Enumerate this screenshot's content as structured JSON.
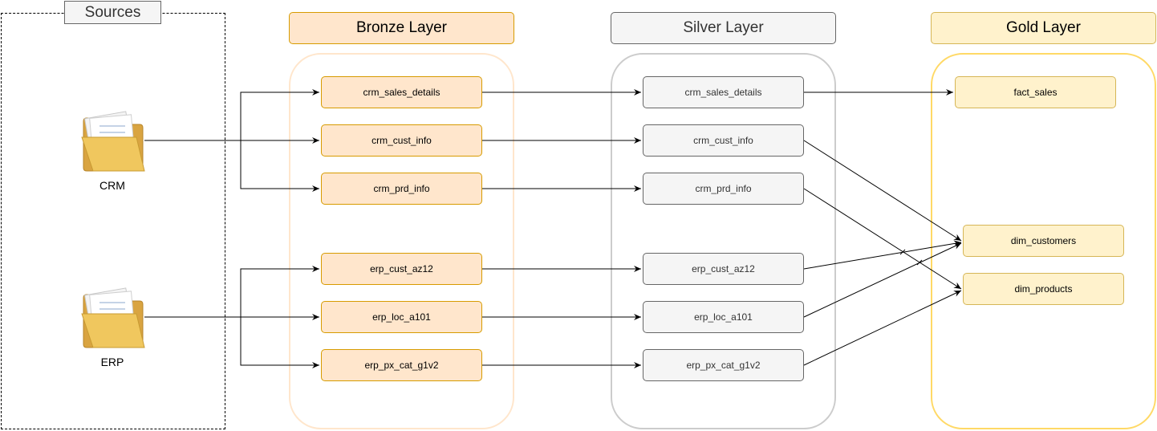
{
  "sources": {
    "title": "Sources",
    "systems": [
      {
        "label": "CRM",
        "icon": "folder-icon"
      },
      {
        "label": "ERP",
        "icon": "folder-icon"
      }
    ]
  },
  "layers": {
    "bronze": {
      "title": "Bronze Layer",
      "fill": "#ffe6cc",
      "stroke": "#d79b00",
      "tables": [
        "crm_sales_details",
        "crm_cust_info",
        "crm_prd_info",
        "erp_cust_az12",
        "erp_loc_a101",
        "erp_px_cat_g1v2"
      ]
    },
    "silver": {
      "title": "Silver Layer",
      "fill": "#f5f5f5",
      "stroke": "#666666",
      "tables": [
        "crm_sales_details",
        "crm_cust_info",
        "crm_prd_info",
        "erp_cust_az12",
        "erp_loc_a101",
        "erp_px_cat_g1v2"
      ]
    },
    "gold": {
      "title": "Gold Layer",
      "fill": "#fff2cc",
      "stroke": "#d6b656",
      "tables": [
        "fact_sales",
        "dim_customers",
        "dim_products"
      ]
    }
  }
}
